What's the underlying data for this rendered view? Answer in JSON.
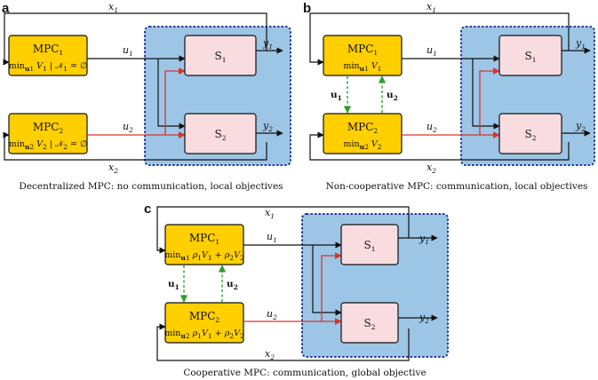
{
  "panels": [
    {
      "letter": "a",
      "mpc1": {
        "name": "MPC",
        "sub": "1",
        "min": "min",
        "min_sub": "u",
        "min_sub2": "1",
        "objective": " V",
        "objective_sub": "1",
        "constraint": " | 𝒩",
        "constraint_sub": "1",
        "constraint_tail": " = ∅"
      },
      "mpc2": {
        "name": "MPC",
        "sub": "2",
        "min": "min",
        "min_sub": "u",
        "min_sub2": "2",
        "objective": " V",
        "objective_sub": "2",
        "constraint": " | 𝒩",
        "constraint_sub": "2",
        "constraint_tail": " = ∅"
      },
      "signals": {
        "x1": "x",
        "x1_sub": "1",
        "u1": "u",
        "u1_sub": "1",
        "y1": "y",
        "y1_sub": "1",
        "u2": "u",
        "u2_sub": "2",
        "y2": "y",
        "y2_sub": "2",
        "x2": "x",
        "x2_sub": "2"
      },
      "plants": {
        "s1": "S",
        "s1_sub": "1",
        "s2": "S",
        "s2_sub": "2"
      },
      "caption": "Decentralized MPC: no communication, local objectives"
    },
    {
      "letter": "b",
      "mpc1": {
        "name": "MPC",
        "sub": "1",
        "min": "min",
        "min_sub": "u",
        "min_sub2": "1",
        "objective": " V",
        "objective_sub": "1"
      },
      "mpc2": {
        "name": "MPC",
        "sub": "2",
        "min": "min",
        "min_sub": "u",
        "min_sub2": "2",
        "objective": " V",
        "objective_sub": "2"
      },
      "signals": {
        "x1": "x",
        "x1_sub": "1",
        "u1": "u",
        "u1_sub": "1",
        "y1": "y",
        "y1_sub": "1",
        "u2": "u",
        "u2_sub": "2",
        "y2": "y",
        "y2_sub": "2",
        "x2": "x",
        "x2_sub": "2"
      },
      "comm": {
        "down": "u",
        "down_sub": "1",
        "up": "u",
        "up_sub": "2"
      },
      "plants": {
        "s1": "S",
        "s1_sub": "1",
        "s2": "S",
        "s2_sub": "2"
      },
      "caption": "Non-cooperative MPC: communication, local objectives"
    },
    {
      "letter": "c",
      "mpc1": {
        "name": "MPC",
        "sub": "1",
        "min": "min",
        "min_sub": "u",
        "min_sub2": "1",
        "objective": " ρ",
        "objective_sub": "1",
        "objective_mid": "V",
        "objective_mid_sub": "1",
        "objective_plus": " + ρ",
        "objective_plus_sub": "2",
        "objective_end": "V",
        "objective_end_sub": "2"
      },
      "mpc2": {
        "name": "MPC",
        "sub": "2",
        "min": "min",
        "min_sub": "u",
        "min_sub2": "2",
        "objective": " ρ",
        "objective_sub": "1",
        "objective_mid": "V",
        "objective_mid_sub": "1",
        "objective_plus": " + ρ",
        "objective_plus_sub": "2",
        "objective_end": "V",
        "objective_end_sub": "2"
      },
      "signals": {
        "x1": "x",
        "x1_sub": "1",
        "u1": "u",
        "u1_sub": "1",
        "y1": "y",
        "y1_sub": "1",
        "u2": "u",
        "u2_sub": "2",
        "y2": "y",
        "y2_sub": "2",
        "x2": "x",
        "x2_sub": "2"
      },
      "comm": {
        "down": "u",
        "down_sub": "1",
        "up": "u",
        "up_sub": "2"
      },
      "plants": {
        "s1": "S",
        "s1_sub": "1",
        "s2": "S",
        "s2_sub": "2"
      },
      "caption": "Cooperative MPC: communication, global objective"
    }
  ],
  "colors": {
    "mpc_fill": "#ffcf00",
    "plant_fill": "#f9dce0",
    "plant_region": "#9dc6e6",
    "region_border": "#2b3a9a",
    "coupling": "#d9342a",
    "communication": "#2f9e2f"
  }
}
